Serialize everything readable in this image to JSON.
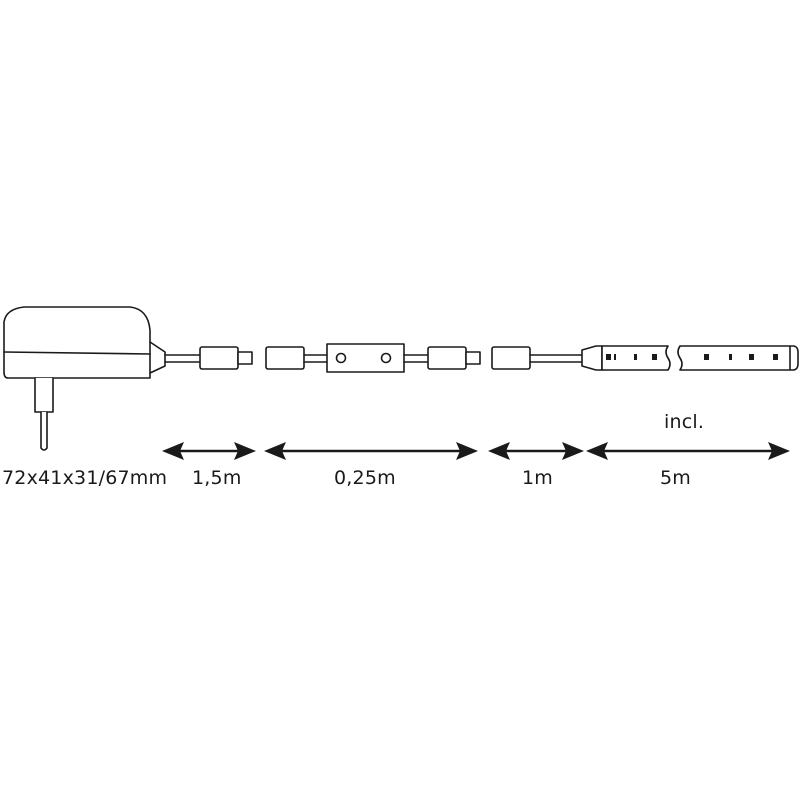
{
  "labels": {
    "adapter_dims": "72x41x31/67mm",
    "cable_1": "1,5m",
    "cable_2": "0,25m",
    "cable_3": "1m",
    "strip_length": "5m",
    "strip_note": "incl."
  },
  "colors": {
    "line": "#1a1a1a",
    "background": "#ffffff"
  }
}
